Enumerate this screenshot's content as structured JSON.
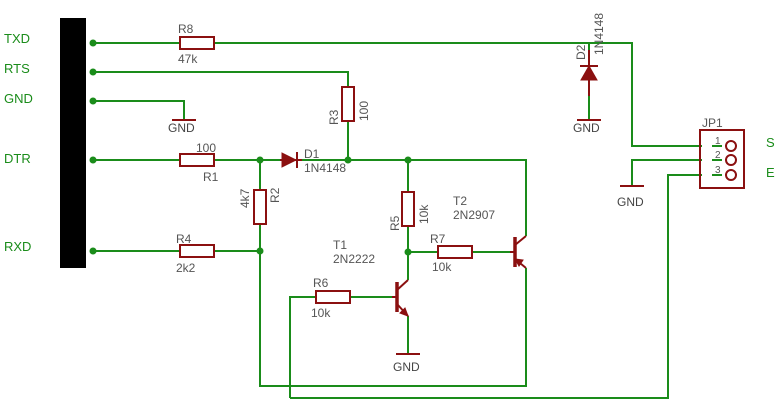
{
  "connector_pins": [
    {
      "label": "TXD"
    },
    {
      "label": "RTS"
    },
    {
      "label": "GND"
    },
    {
      "label": "DTR"
    },
    {
      "label": "RXD"
    }
  ],
  "jp1": {
    "ref": "JP1",
    "pins": [
      "1",
      "2",
      "3"
    ],
    "side_labels": [
      "S",
      "E"
    ]
  },
  "components": {
    "R1": {
      "ref": "R1",
      "value": "100"
    },
    "R2": {
      "ref": "R2",
      "value": "4k7"
    },
    "R3": {
      "ref": "R3",
      "value": "100"
    },
    "R4": {
      "ref": "R4",
      "value": "2k2"
    },
    "R5": {
      "ref": "R5",
      "value": "10k"
    },
    "R6": {
      "ref": "R6",
      "value": "10k"
    },
    "R7": {
      "ref": "R7",
      "value": "10k"
    },
    "R8": {
      "ref": "R8",
      "value": "47k"
    },
    "D1": {
      "ref": "D1",
      "value": "1N4148"
    },
    "D2": {
      "ref": "D2",
      "value": "1N4148"
    },
    "T1": {
      "ref": "T1",
      "value": "2N2222"
    },
    "T2": {
      "ref": "T2",
      "value": "2N2907"
    }
  },
  "gnd_label": "GND"
}
